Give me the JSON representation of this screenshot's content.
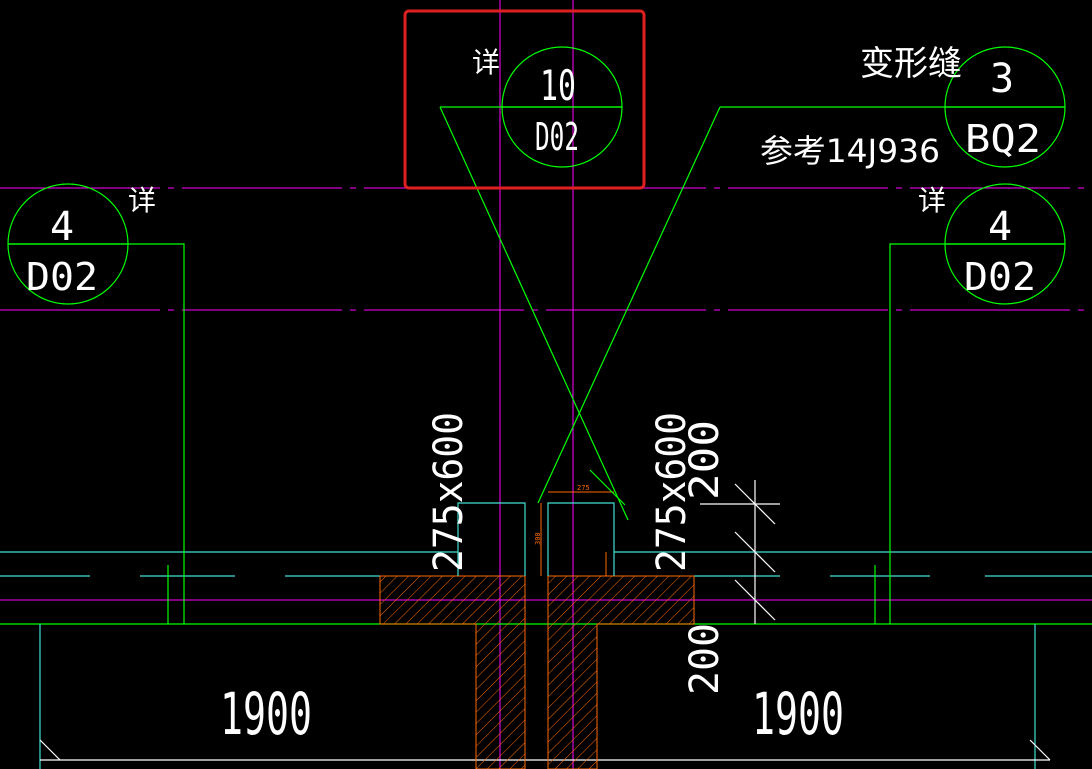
{
  "callouts": {
    "top_center": {
      "prefix": "详",
      "number": "10",
      "sheet": "D02"
    },
    "top_right": {
      "prefix": "变形缝",
      "number": "3",
      "sheet": "BQ2",
      "note": "参考14J936"
    },
    "left": {
      "prefix": "详",
      "number": "4",
      "sheet": "D02"
    },
    "right": {
      "prefix": "详",
      "number": "4",
      "sheet": "D02"
    }
  },
  "dimensions": {
    "left_beam": "275x600",
    "right_beam": "275x600",
    "right_200_upper": "200",
    "right_200_lower": "200",
    "slab_left": "1900",
    "slab_right": "1900",
    "small_width": "275",
    "small_height": "300"
  },
  "colors": {
    "background": "#000000",
    "line_green": "#00ff00",
    "line_magenta": "#ff00ff",
    "line_cyan": "#40e0d0",
    "highlight_red": "#e02020",
    "hatch_orange": "#ff6a00",
    "text_white": "#ffffff"
  }
}
